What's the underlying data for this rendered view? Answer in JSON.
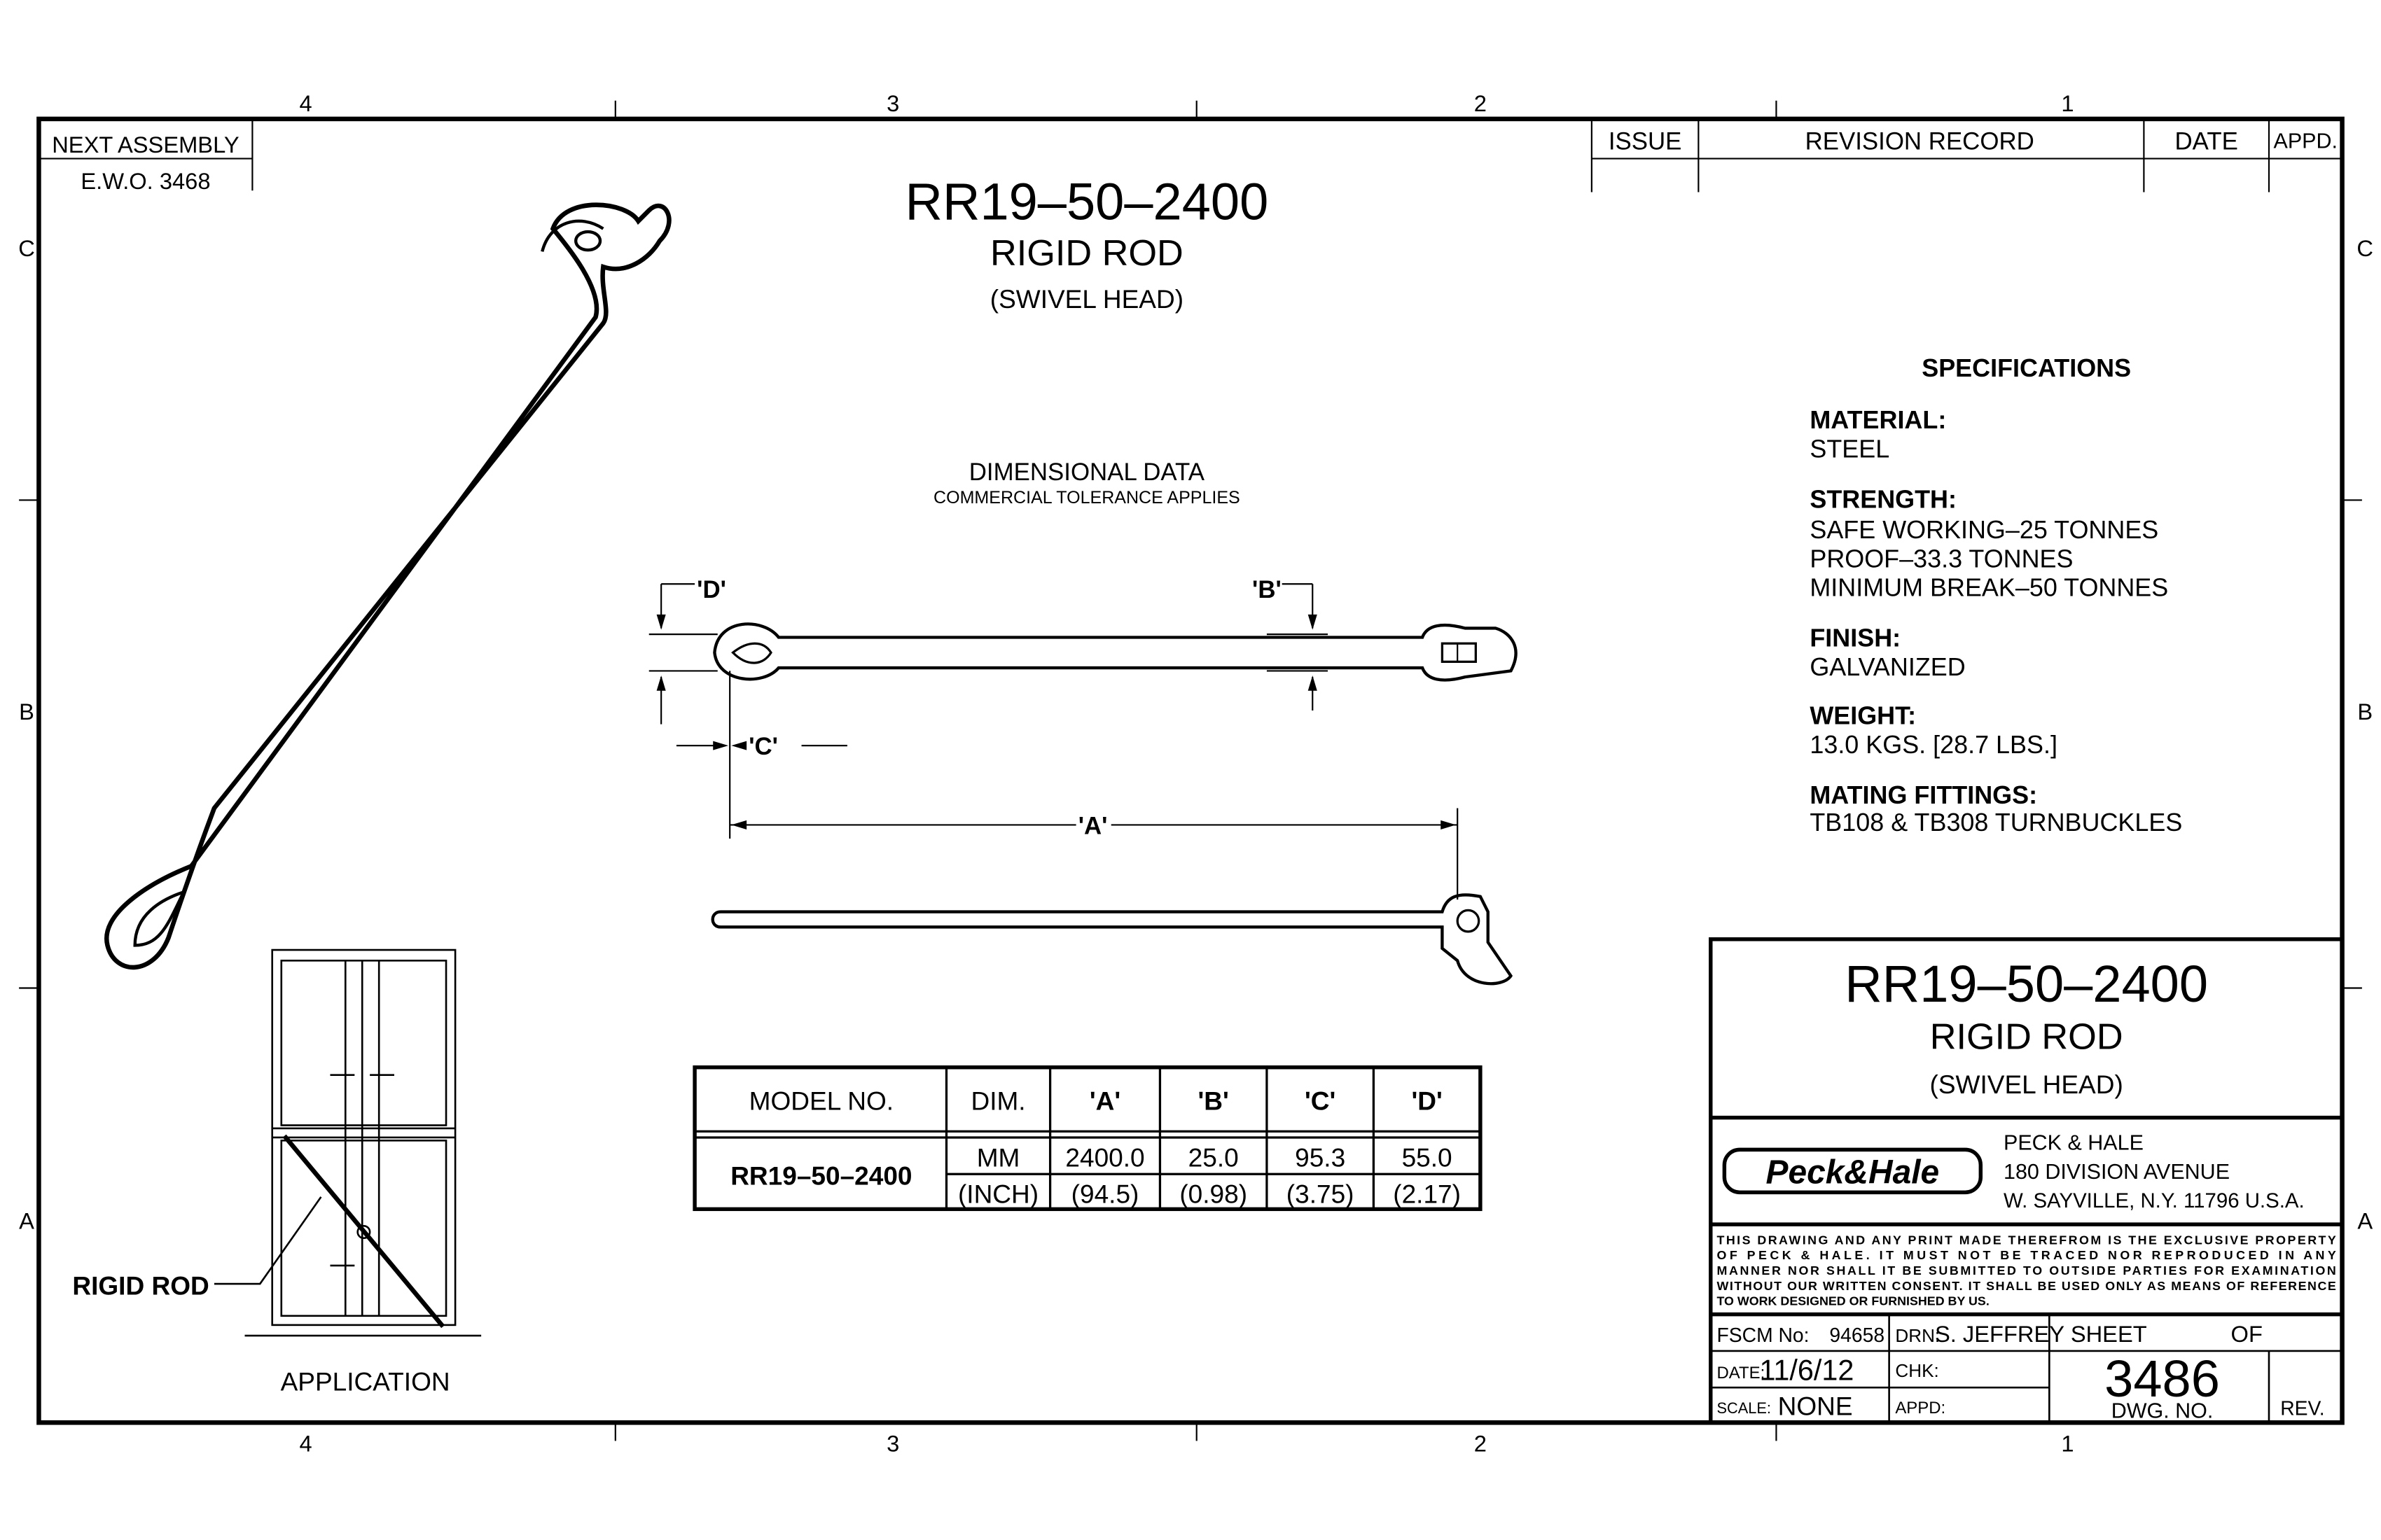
{
  "border": {
    "columns": [
      "4",
      "3",
      "2",
      "1"
    ],
    "rows": [
      "C",
      "B",
      "A"
    ]
  },
  "next_assembly": {
    "label": "NEXT ASSEMBLY",
    "value": "E.W.O. 3468"
  },
  "revision": {
    "issue": "ISSUE",
    "record": "REVISION RECORD",
    "date": "DATE",
    "appd": "APPD."
  },
  "title": {
    "part_no": "RR19–50–2400",
    "name": "RIGID ROD",
    "variant": "(SWIVEL HEAD)"
  },
  "dimensional": {
    "title": "DIMENSIONAL DATA",
    "subtitle": "COMMERCIAL TOLERANCE APPLIES",
    "labels": {
      "a": "'A'",
      "b": "'B'",
      "c": "'C'",
      "d": "'D'"
    }
  },
  "specifications": {
    "title": "SPECIFICATIONS",
    "material_label": "MATERIAL:",
    "material": "STEEL",
    "strength_label": "STRENGTH:",
    "strength": [
      "SAFE WORKING–25 TONNES",
      "PROOF–33.3 TONNES",
      "MINIMUM BREAK–50 TONNES"
    ],
    "finish_label": "FINISH:",
    "finish": "GALVANIZED",
    "weight_label": "WEIGHT:",
    "weight": "13.0 KGS. [28.7 LBS.]",
    "fittings_label": "MATING FITTINGS:",
    "fittings": "TB108 & TB308 TURNBUCKLES"
  },
  "table": {
    "headers": [
      "MODEL NO.",
      "DIM.",
      "'A'",
      "'B'",
      "'C'",
      "'D'"
    ],
    "model": "RR19–50–2400",
    "rows": [
      [
        "MM",
        "2400.0",
        "25.0",
        "95.3",
        "55.0"
      ],
      [
        "(INCH)",
        "(94.5)",
        "(0.98)",
        "(3.75)",
        "(2.17)"
      ]
    ]
  },
  "application": {
    "label": "APPLICATION",
    "callout": "RIGID ROD"
  },
  "title_block": {
    "part_no": "RR19–50–2400",
    "name": "RIGID ROD",
    "variant": "(SWIVEL HEAD)",
    "logo": "Peck&Hale",
    "company": [
      "PECK & HALE",
      "180 DIVISION AVENUE",
      "W. SAYVILLE, N.Y. 11796 U.S.A."
    ],
    "notice": [
      "THIS DRAWING AND ANY PRINT MADE THEREFROM IS THE EXCLUSIVE PROPERTY",
      "OF PECK & HALE.  IT MUST NOT BE TRACED NOR REPRODUCED IN ANY",
      "MANNER NOR SHALL IT BE SUBMITTED TO OUTSIDE PARTIES FOR EXAMINATION",
      "WITHOUT OUR WRITTEN CONSENT.  IT SHALL BE USED ONLY AS MEANS OF REFERENCE",
      "TO WORK DESIGNED OR FURNISHED BY US."
    ],
    "fscm_label": "FSCM No:",
    "fscm": "94658",
    "drn_label": "DRN:",
    "drn": "S. JEFFREY",
    "sheet_label": "SHEET",
    "of_label": "OF",
    "date_label": "DATE:",
    "date": "11/6/12",
    "chk_label": "CHK:",
    "scale_label": "SCALE:",
    "scale": "NONE",
    "appd_label": "APPD:",
    "dwg_no": "3486",
    "dwg_label": "DWG. NO.",
    "rev_label": "REV."
  }
}
